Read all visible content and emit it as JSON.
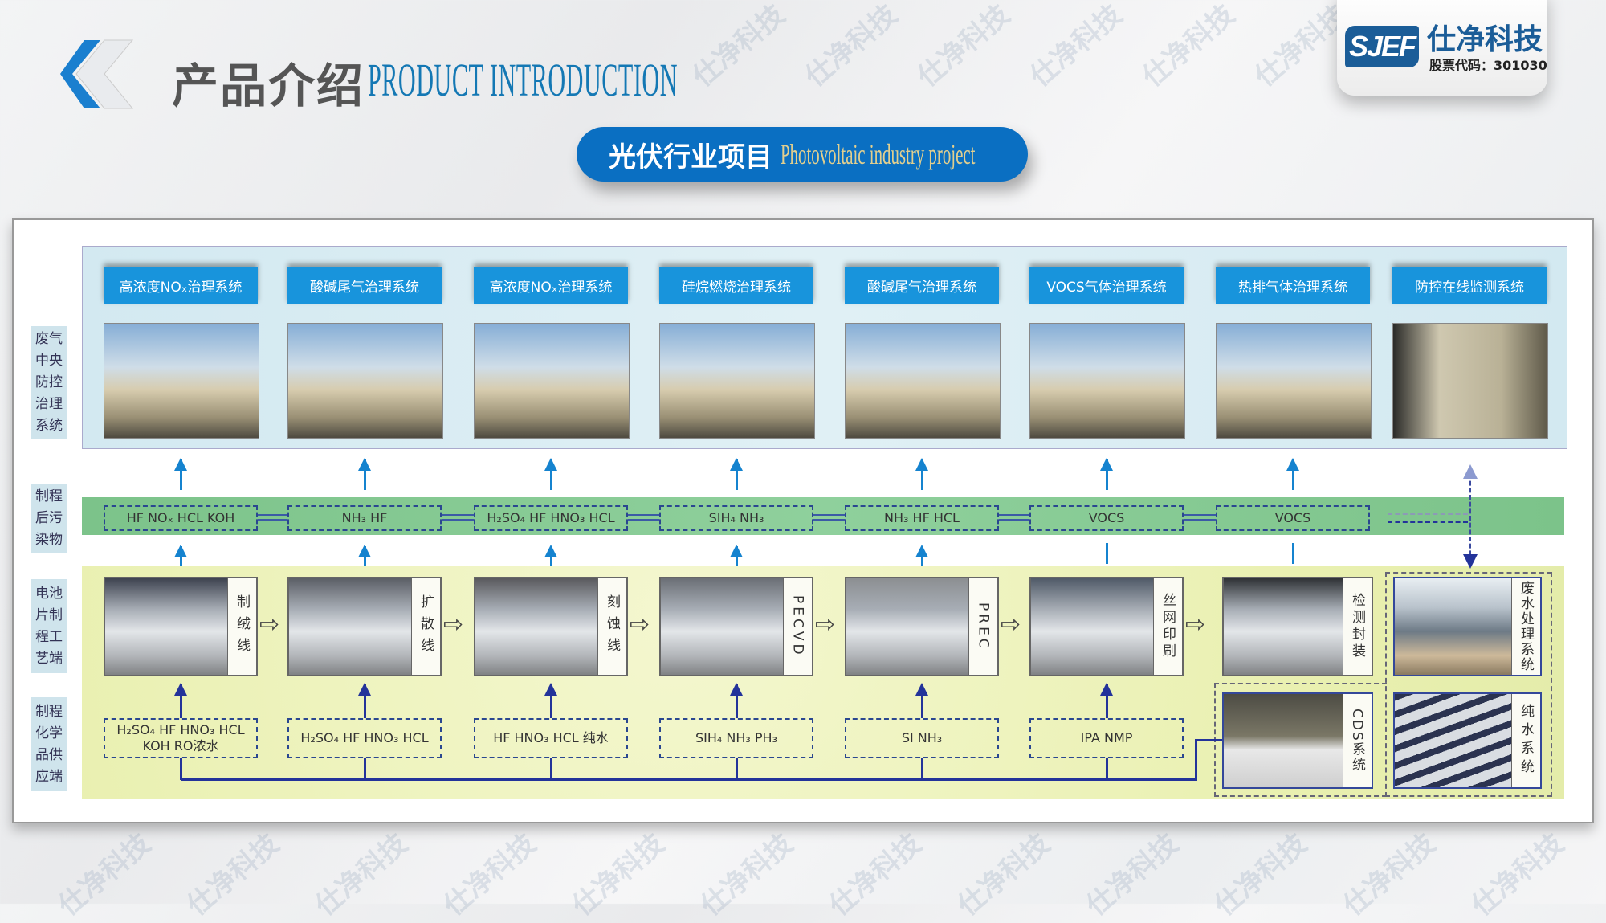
{
  "header": {
    "title_cn": "产品介绍",
    "title_en": "PRODUCT INTRODUCTION"
  },
  "banner": {
    "cn": "光伏行业项目",
    "en": "Photovoltaic industry project"
  },
  "logo": {
    "mark": "SJEF",
    "name": "仕净科技",
    "stock_code": "股票代码：301030"
  },
  "watermark": "仕净科技",
  "side_labels": [
    "废气中央防控治理系统",
    "制程后污染物",
    "电池片制程工艺端",
    "制程化学品供应端"
  ],
  "systems": [
    "高浓度NOₓ治理系统",
    "酸碱尾气治理系统",
    "高浓度NOₓ治理系统",
    "硅烷燃烧治理系统",
    "酸碱尾气治理系统",
    "VOCS气体治理系统",
    "热排气体治理系统",
    "防控在线监测系统"
  ],
  "pollutants": [
    "HF NOₓ HCL KOH",
    "NH₃ HF",
    "H₂SO₄ HF HNO₃ HCL",
    "SIH₄ NH₃",
    "NH₃ HF HCL",
    "VOCS",
    "VOCS"
  ],
  "processes": [
    "制绒线",
    "扩散线",
    "刻蚀线",
    "PECVD",
    "PREC",
    "丝网印刷",
    "检测封装"
  ],
  "chemicals": [
    "H₂SO₄ HF HNO₃ HCL\nKOH RO浓水",
    "H₂SO₄ HF HNO₃ HCL",
    "HF HNO₃ HCL 纯水",
    "SIH₄ NH₃ PH₃",
    "SI NH₃",
    "IPA NMP"
  ],
  "utilities": [
    "废水处理系统",
    "CDS系统",
    "纯水系统"
  ],
  "colors": {
    "accent": "#0a6fc2",
    "label_blue": "#1894dc",
    "green_band": "#8fd09c",
    "navy": "#23339a"
  }
}
